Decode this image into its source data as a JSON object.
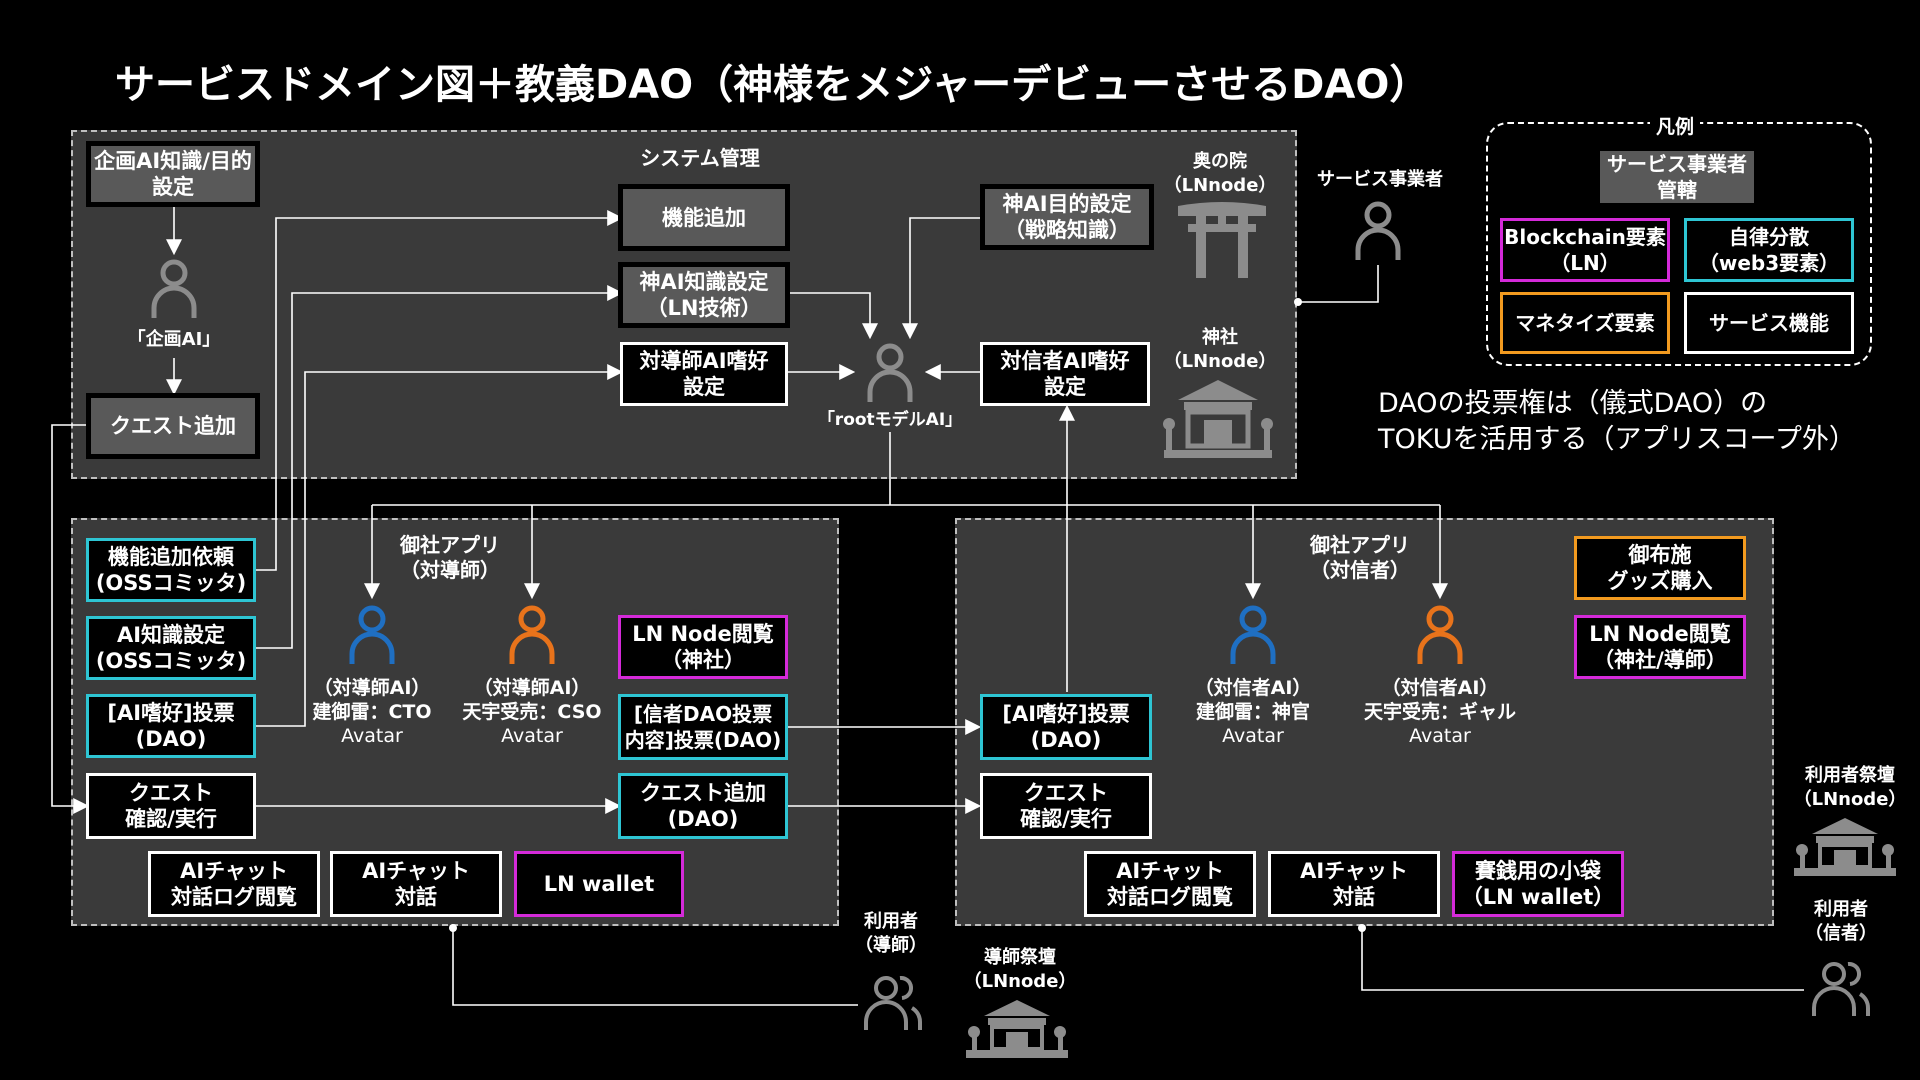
{
  "title": "サービスドメイン図＋教義DAO（神様をメジャーデビューさせるDAO）",
  "system": {
    "label": "システム管理",
    "boxes": {
      "kikaku_setting": "企画AI知識/目的\n設定",
      "quest_add": "クエスト追加",
      "kinou_tsuika": "機能追加",
      "kami_knowledge": "神AI知識設定\n（LN技術）",
      "taidoushi_pref": "対導師AI嗜好\n設定",
      "kami_purpose": "神AI目的設定\n（戦略知識）",
      "taishinja_pref": "対信者AI嗜好\n設定"
    },
    "kikaku_ai_label": "「企画AI」",
    "root_ai_label": "「rootモデルAI」",
    "okunoin": "奥の院\n（LNnode）",
    "jinja": "神社\n（LNnode）"
  },
  "service_operator": "サービス事業者",
  "legend": {
    "title": "凡例",
    "management": "サービス事業者\n管轄",
    "blockchain": "Blockchain要素\n（LN）",
    "autonomous": "自律分散\n（web3要素）",
    "monetize": "マネタイズ要素",
    "service": "サービス機能"
  },
  "note": {
    "line1": "DAOの投票権は（儀式DAO）の",
    "line2": "TOKUを活用する（アプリスコープ外）"
  },
  "left_app": {
    "label": "御社アプリ\n（対導師）",
    "boxes": {
      "feature_request": "機能追加依頼\n(OSSコミッタ)",
      "ai_knowledge": "AI知識設定\n(OSSコミッタ)",
      "ai_pref_vote": "[AI嗜好]投票\n(DAO)",
      "quest_confirm": "クエスト\n確認/実行",
      "ln_node_view": "LN Node閲覧\n（神社）",
      "believer_dao_vote": "[信者DAO投票\n内容]投票(DAO)",
      "quest_add_dao": "クエスト追加\n(DAO)",
      "ai_chat_log": "AIチャット\n対話ログ閲覧",
      "ai_chat": "AIチャット\n対話",
      "ln_wallet": "LN wallet"
    },
    "avatar_blue": {
      "role": "（対導師AI）",
      "name": "建御雷：CTO",
      "type": "Avatar"
    },
    "avatar_orange": {
      "role": "（対導師AI）",
      "name": "天宇受売：CSO",
      "type": "Avatar"
    }
  },
  "right_app": {
    "label": "御社アプリ\n（対信者）",
    "boxes": {
      "ai_pref_vote": "[AI嗜好]投票\n(DAO)",
      "quest_confirm": "クエスト\n確認/実行",
      "offering_goods": "御布施\nグッズ購入",
      "ln_node_view": "LN Node閲覧\n（神社/導師）",
      "ai_chat_log": "AIチャット\n対話ログ閲覧",
      "ai_chat": "AIチャット\n対話",
      "saisen_pouch": "賽銭用の小袋\n（LN wallet）"
    },
    "avatar_blue": {
      "role": "（対信者AI）",
      "name": "建御雷：神官",
      "type": "Avatar"
    },
    "avatar_orange": {
      "role": "（対信者AI）",
      "name": "天宇受売：ギャル",
      "type": "Avatar"
    }
  },
  "users": {
    "doushi": "利用者\n（導師）",
    "shinja": "利用者\n（信者）",
    "doushi_altar": "導師祭壇\n（LNnode）",
    "user_altar": "利用者祭壇\n（LNnode）"
  },
  "colors": {
    "region_bg": "#3a3a3a",
    "gray_box": "#595959",
    "cyan": "#2ec5d3",
    "magenta": "#d42ad9",
    "orange": "#f29a1f",
    "avatar_blue": "#1f6fc2",
    "avatar_orange": "#e8731b",
    "icon_gray": "#8c8c8c"
  }
}
